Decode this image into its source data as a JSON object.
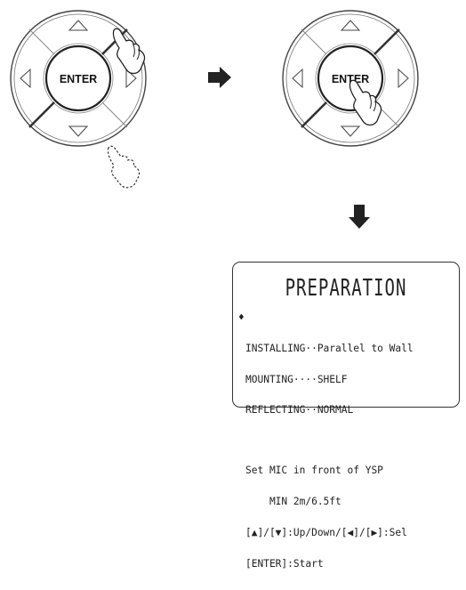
{
  "steps": [
    {
      "enter_label": "ENTER"
    },
    {
      "enter_label": "ENTER"
    }
  ],
  "display": {
    "title": "PREPARATION",
    "cursor": "♦",
    "lines": [
      "INSTALLING··Parallel to Wall",
      "MOUNTING····SHELF",
      "REFLECTING··NORMAL",
      "",
      "Set MIC in front of YSP",
      "    MIN 2m/6.5ft",
      "[▲]/[▼]:Up/Down/[◀]/[▶]:Sel",
      "[ENTER]:Start"
    ]
  }
}
